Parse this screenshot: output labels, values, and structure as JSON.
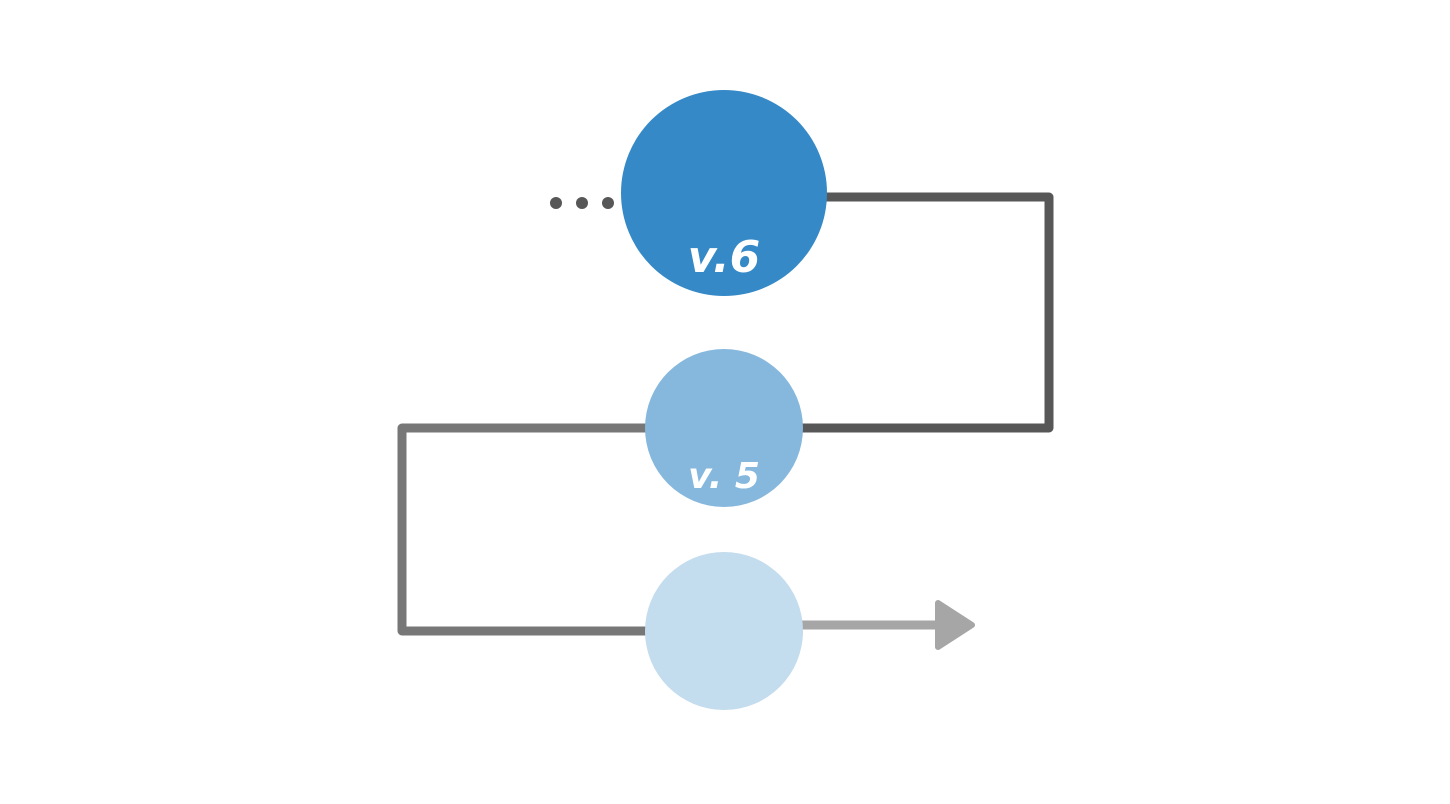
{
  "diagram": {
    "nodes": [
      {
        "id": "v6",
        "label": "v.6",
        "color": "#3589c7",
        "role": "current"
      },
      {
        "id": "v5",
        "label": "v. 5",
        "color": "#86b8dd",
        "role": "previous"
      },
      {
        "id": "next",
        "label": "",
        "color": "#c3dcee",
        "role": "upcoming"
      }
    ],
    "connectors": {
      "upper_loop_color": "#575757",
      "lower_loop_color": "#777777",
      "arrow_color": "#a6a6a6",
      "ellipsis_color": "#575757"
    }
  }
}
